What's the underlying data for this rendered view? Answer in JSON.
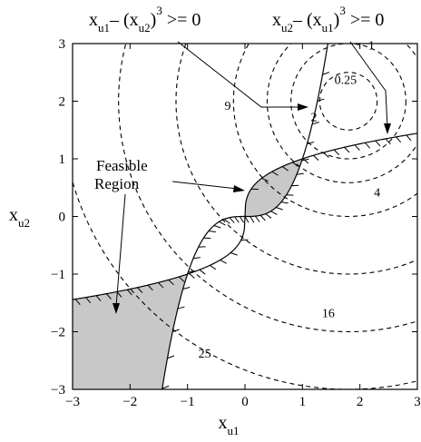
{
  "chart_data": {
    "type": "contour",
    "xlabel_main": "x",
    "xlabel_sub": "u1",
    "ylabel_main": "x",
    "ylabel_sub": "u2",
    "xlim": [
      -3,
      3
    ],
    "ylim": [
      -3,
      3
    ],
    "x_ticks": [
      "-3",
      "-2",
      "-1",
      "0",
      "1",
      "2",
      "3"
    ],
    "y_ticks": [
      "-3",
      "-2",
      "-1",
      "0",
      "1",
      "2",
      "3"
    ],
    "contour_center": [
      1.8,
      2.0
    ],
    "contour_levels": [
      {
        "value": 0.25,
        "label": "0.25"
      },
      {
        "value": 1,
        "label": "1"
      },
      {
        "value": 2,
        "label": "2"
      },
      {
        "value": 4,
        "label": "4"
      },
      {
        "value": 9,
        "label": "9"
      },
      {
        "value": 16,
        "label": "16"
      },
      {
        "value": 25,
        "label": "25"
      }
    ],
    "constraint_1": {
      "label_parts": [
        "x",
        "u1",
        "– (x",
        "u2",
        ")",
        "3",
        " >= 0"
      ]
    },
    "constraint_2": {
      "label_parts": [
        "x",
        "u2",
        "– (x",
        "u1",
        ")",
        "3",
        " >= 0"
      ]
    },
    "feasible_region_label": [
      "Feasible",
      "Region"
    ],
    "region_fill": "#c8c8c8"
  }
}
